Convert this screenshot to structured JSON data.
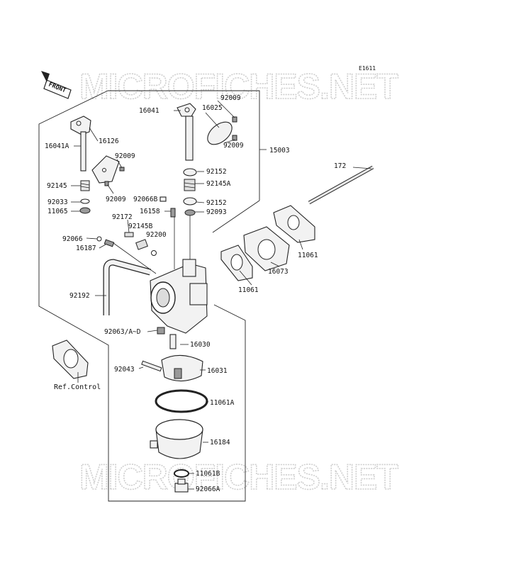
{
  "diagram_code": "E1611",
  "watermark": "MICROFICHES.NET",
  "front_label": "FRONT",
  "parts": {
    "p92009_top": "92009",
    "p16041": "16041",
    "p16025": "16025",
    "p92009_b": "92009",
    "p15003": "15003",
    "p16126": "16126",
    "p16041A": "16041A",
    "p92009_c": "92009",
    "p92152_a": "92152",
    "p172": "172",
    "p92145": "92145",
    "p92009_d": "92009",
    "p92066B": "92066B",
    "p92145A": "92145A",
    "p92033": "92033",
    "p92152_b": "92152",
    "p11065": "11065",
    "p16158": "16158",
    "p92093": "92093",
    "p92172": "92172",
    "p92145B": "92145B",
    "p92200": "92200",
    "p92066": "92066",
    "p16187": "16187",
    "p11061_r": "11061",
    "p16073": "16073",
    "p11061_l": "11061",
    "p92192": "92192",
    "p92063": "92063/A~D",
    "p16030": "16030",
    "p92043": "92043",
    "p16031": "16031",
    "ref_control": "Ref.Control",
    "p11061A": "11061A",
    "p16184": "16184",
    "p11061B": "11061B",
    "p92066A": "92066A"
  }
}
